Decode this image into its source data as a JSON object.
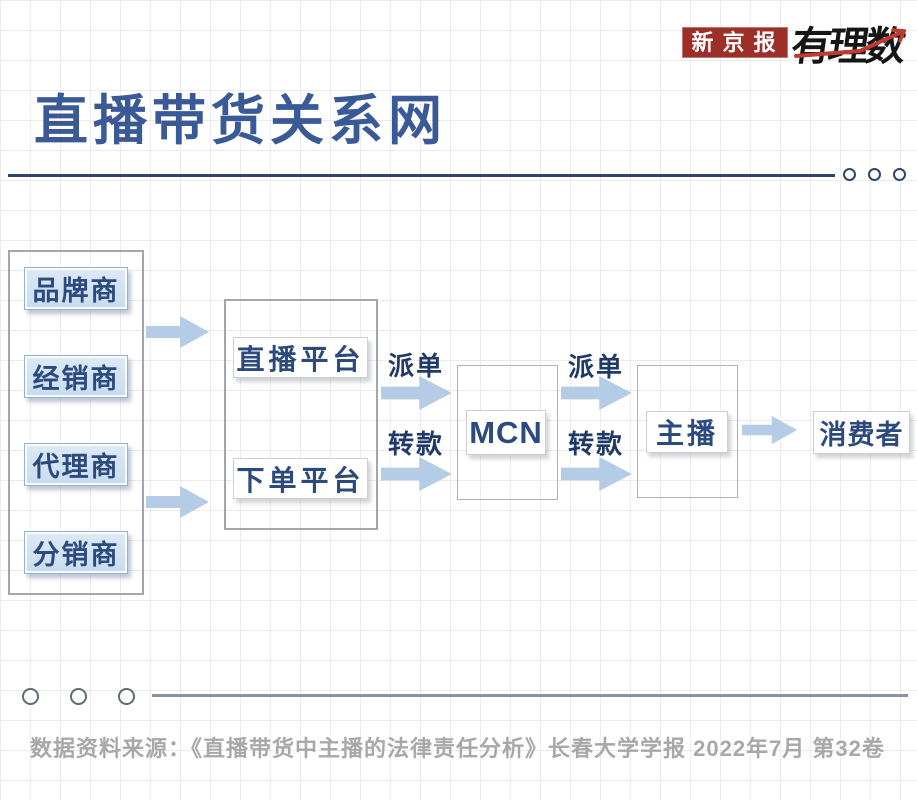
{
  "header": {
    "brand_badge": "新京报",
    "brand_script": "有理数",
    "title": "直播带货关系网"
  },
  "flowchart": {
    "suppliers": [
      "品牌商",
      "经销商",
      "代理商",
      "分销商"
    ],
    "platforms": [
      "直播平台",
      "下单平台"
    ],
    "mcn_label": "MCN",
    "anchor_label": "主播",
    "consumer_label": "消费者",
    "edge_labels": {
      "dispatch": "派单",
      "transfer": "转款"
    }
  },
  "footer": {
    "source": "数据资料来源：《直播带货中主播的法律责任分析》长春大学学报 2022年7月 第32卷"
  },
  "colors": {
    "title_blue": "#3a5a97",
    "box_text_navy": "#2c4a7e",
    "box_fill_blue": "#cfe0f2",
    "arrow_blue": "#b4cce6",
    "badge_red": "#9d2f28",
    "accent_red": "#c13a30",
    "rule_navy": "#2e4668",
    "rule_gray": "#8b949e",
    "footer_gray": "#a8a8a8"
  }
}
